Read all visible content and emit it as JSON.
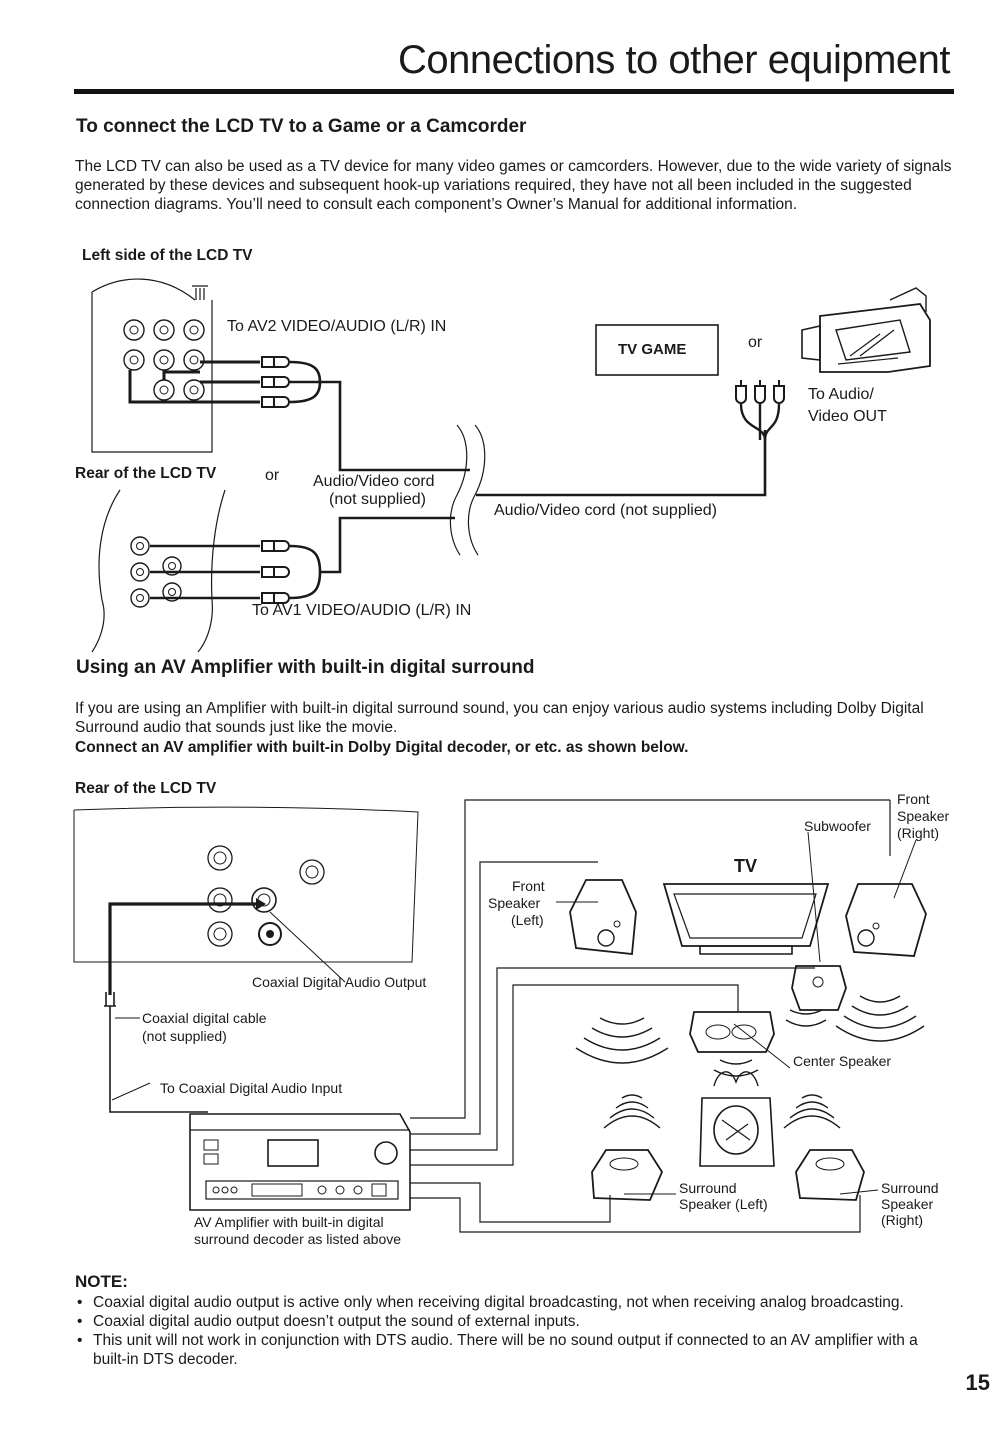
{
  "header": {
    "title": "Connections to other equipment"
  },
  "section1": {
    "heading": "To connect the LCD TV to a Game or a Camcorder",
    "body": "The LCD TV can also be used as a TV device for many video games or camcorders. However, due to the wide variety of signals generated by these devices and subsequent hook-up variations required, they have not all been included in the suggested connection diagrams. You’ll need to consult each component’s Owner’s Manual for additional information.",
    "diagram": {
      "left_side_label": "Left side of the LCD TV",
      "av2_label": "To AV2 VIDEO/AUDIO (L/R) IN",
      "tv_game_label": "TV GAME",
      "or_label_1": "or",
      "out_label_1": "To Audio/",
      "out_label_2": "Video OUT",
      "rear_label": "Rear of the LCD TV",
      "or_label_2": "or",
      "cord_label_1": "Audio/Video cord",
      "cord_label_2": "(not supplied)",
      "cord_label_long": "Audio/Video cord (not supplied)",
      "av1_label": "To AV1 VIDEO/AUDIO (L/R) IN"
    }
  },
  "section2": {
    "heading": "Using an AV Amplifier with built-in digital surround",
    "body": "If you are using an Amplifier with built-in digital surround sound, you can enjoy various audio systems including Dolby Digital Surround audio that sounds just like the movie.",
    "body_bold": "Connect an AV amplifier with built-in Dolby Digital decoder, or etc. as shown below.",
    "diagram": {
      "rear_label": "Rear of the LCD TV",
      "coax_output": "Coaxial Digital Audio Output",
      "coax_cable_1": "Coaxial digital cable",
      "coax_cable_2": "(not supplied)",
      "coax_input": "To Coaxial Digital Audio Input",
      "amp_label_1": "AV Amplifier with built-in digital",
      "amp_label_2": "surround decoder as listed above",
      "front_left_1": "Front",
      "front_left_2": "Speaker",
      "front_left_3": "(Left)",
      "tv_label": "TV",
      "subwoofer": "Subwoofer",
      "front_right_1": "Front",
      "front_right_2": "Speaker",
      "front_right_3": "(Right)",
      "center_speaker": "Center Speaker",
      "surround_left_1": "Surround",
      "surround_left_2": "Speaker (Left)",
      "surround_right_1": "Surround",
      "surround_right_2": "Speaker",
      "surround_right_3": "(Right)"
    }
  },
  "note": {
    "title": "NOTE:",
    "items": [
      "Coaxial digital audio output is active only when receiving digital broadcasting, not when receiving analog broadcasting.",
      "Coaxial digital audio output doesn’t output the sound of external inputs.",
      "This unit will not work in conjunction with DTS audio. There will be no sound output if connected to an AV amplifier with a built-in DTS decoder."
    ]
  },
  "page_number": "15"
}
